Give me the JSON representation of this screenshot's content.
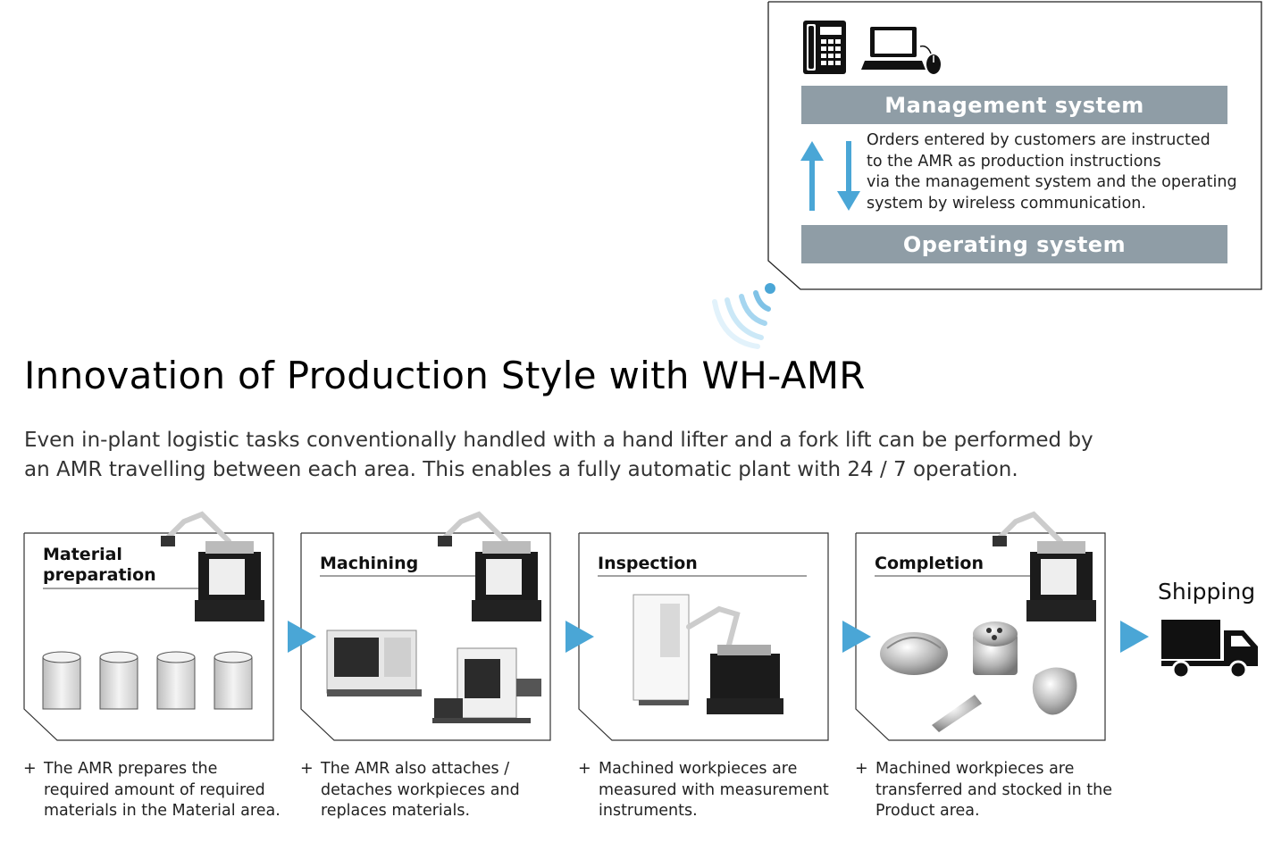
{
  "system": {
    "management_label": "Management system",
    "operating_label": "Operating system",
    "description": "Orders entered by customers are instructed\nto the AMR as production instructions\nvia the management system and the operating\nsystem by wireless communication."
  },
  "title": "Innovation of Production Style with WH-AMR",
  "intro": "Even in-plant logistic tasks conventionally handled with a hand lifter and a fork lift can be performed by an AMR travelling between each area. This enables a fully automatic plant with 24 / 7 operation.",
  "steps": [
    {
      "title_line1": "Material",
      "title_line2": "preparation",
      "bullet": "+",
      "description": "The AMR prepares the required amount of required materials in the Material area."
    },
    {
      "title_line1": "Machining",
      "bullet": "+",
      "description": "The AMR also attaches / detaches workpieces and replaces materials."
    },
    {
      "title_line1": "Inspection",
      "bullet": "+",
      "description": "Machined workpieces are measured with measurement instruments."
    },
    {
      "title_line1": "Completion",
      "bullet": "+",
      "description": "Machined workpieces are transferred and stocked in the Product area."
    }
  ],
  "shipping_label": "Shipping",
  "colors": {
    "accent_blue": "#4aa6d6",
    "bar_gray": "#8f9da6"
  },
  "icons": [
    "telephone-icon",
    "laptop-icon",
    "mouse-icon",
    "up-arrow-icon",
    "down-arrow-icon",
    "wireless-signal-icon",
    "amr-robot-icon",
    "material-cylinder-icon",
    "machine-tool-icon",
    "measurement-instrument-icon",
    "workpiece-icon",
    "truck-icon",
    "next-step-arrow-icon"
  ]
}
